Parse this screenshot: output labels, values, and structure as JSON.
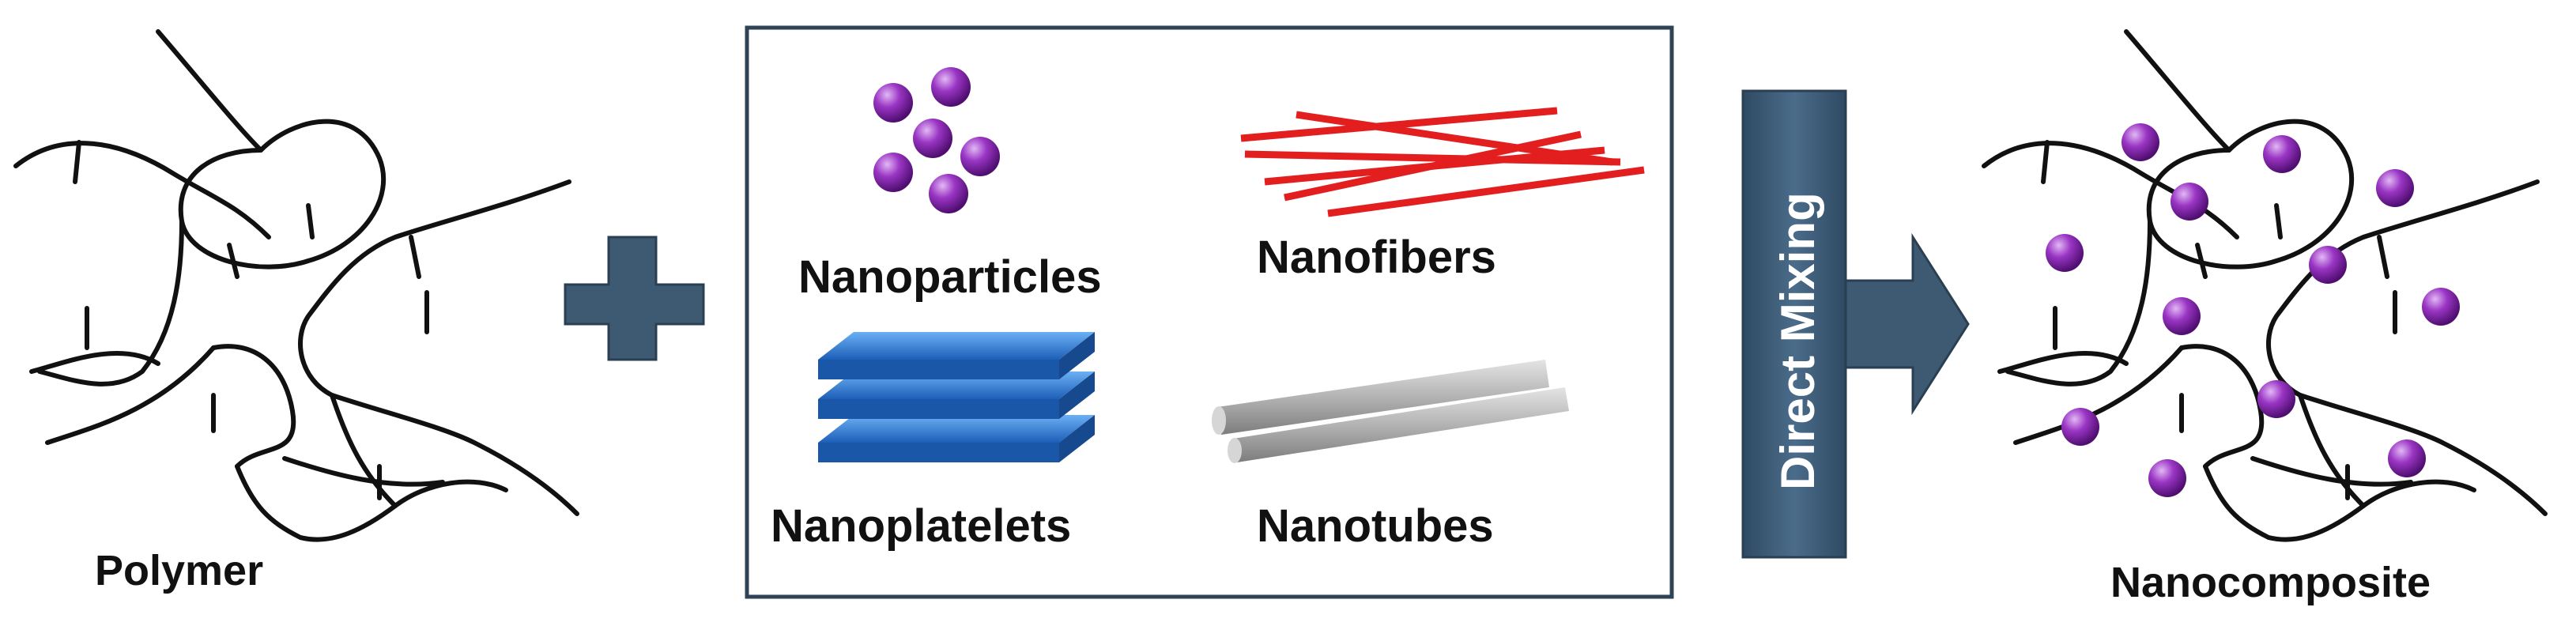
{
  "labels": {
    "polymer": "Polymer",
    "nanoparticles": "Nanoparticles",
    "nanofibers": "Nanofibers",
    "nanoplatelets": "Nanoplatelets",
    "nanotubes": "Nanotubes",
    "process": "Direct Mixing",
    "result": "Nanocomposite"
  },
  "colors": {
    "polymer_chain": "#111111",
    "particle": "#7d1fa6",
    "particle_highlight": "#d8a6f0",
    "fiber": "#e31e1e",
    "platelet": "#2a7ad9",
    "platelet_top": "#5fa3f0",
    "tube": "#a9a9a9",
    "tube_light": "#d6d6d6",
    "box_border": "#2f4356",
    "arrow": "#3e5a72",
    "plus": "#3e5a72"
  },
  "icons": {
    "plus": "plus-icon",
    "arrow": "right-arrow-icon"
  }
}
